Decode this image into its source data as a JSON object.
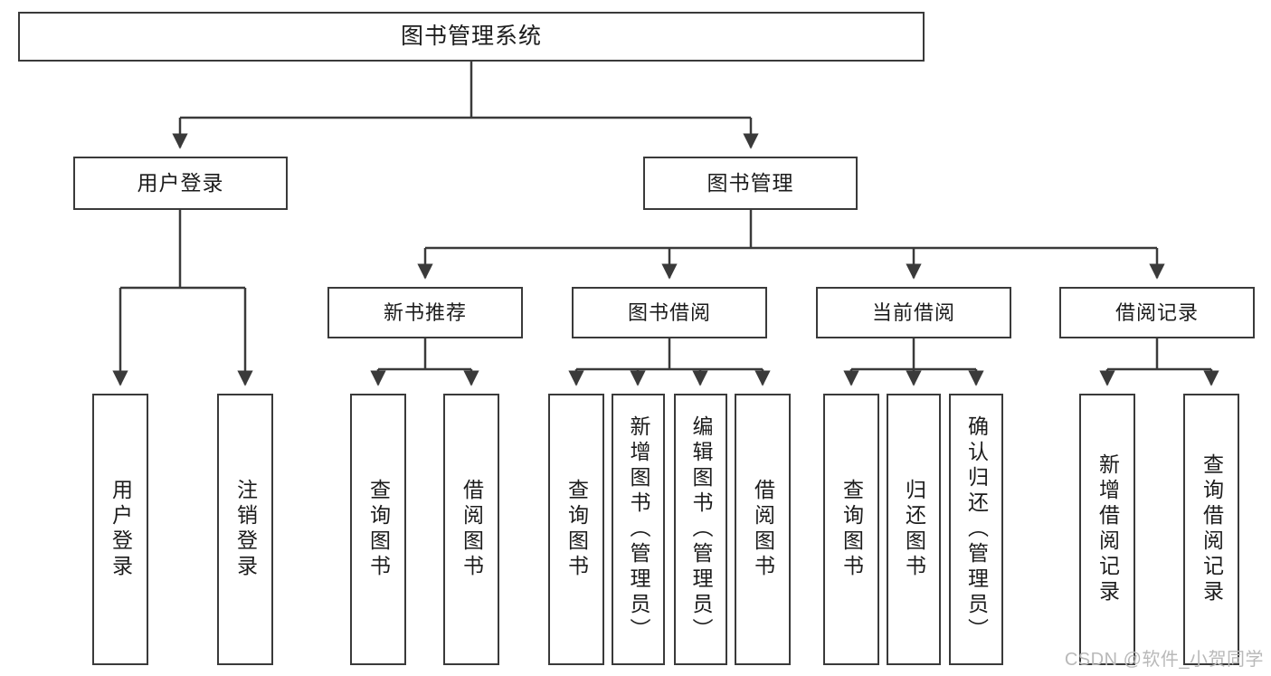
{
  "diagram": {
    "type": "tree-hierarchy",
    "title": "图书管理系统",
    "orientation": "top-down",
    "colors": {
      "box_border": "#3a3a3a",
      "box_fill": "#ffffff",
      "connector": "#3a3a3a",
      "text": "#1c1c1c",
      "watermark": "#b9b9b9"
    },
    "root": {
      "label": "图书管理系统"
    },
    "level2": [
      {
        "label": "用户登录"
      },
      {
        "label": "图书管理"
      }
    ],
    "level3": [
      {
        "label": "新书推荐"
      },
      {
        "label": "图书借阅"
      },
      {
        "label": "当前借阅"
      },
      {
        "label": "借阅记录"
      }
    ],
    "leaves": {
      "user_login": [
        {
          "label": "用户登录"
        },
        {
          "label": "注销登录"
        }
      ],
      "new_book_recommend": [
        {
          "label": "查询图书"
        },
        {
          "label": "借阅图书"
        }
      ],
      "book_borrow": [
        {
          "label": "查询图书"
        },
        {
          "label": "新增图书（管理员）"
        },
        {
          "label": "编辑图书（管理员）"
        },
        {
          "label": "借阅图书"
        }
      ],
      "current_borrow": [
        {
          "label": "查询图书"
        },
        {
          "label": "归还图书"
        },
        {
          "label": "确认归还（管理员）"
        }
      ],
      "borrow_record": [
        {
          "label": "新增借阅记录"
        },
        {
          "label": "查询借阅记录"
        }
      ]
    }
  },
  "watermark": {
    "text": "CSDN @软件_小贺同学"
  }
}
